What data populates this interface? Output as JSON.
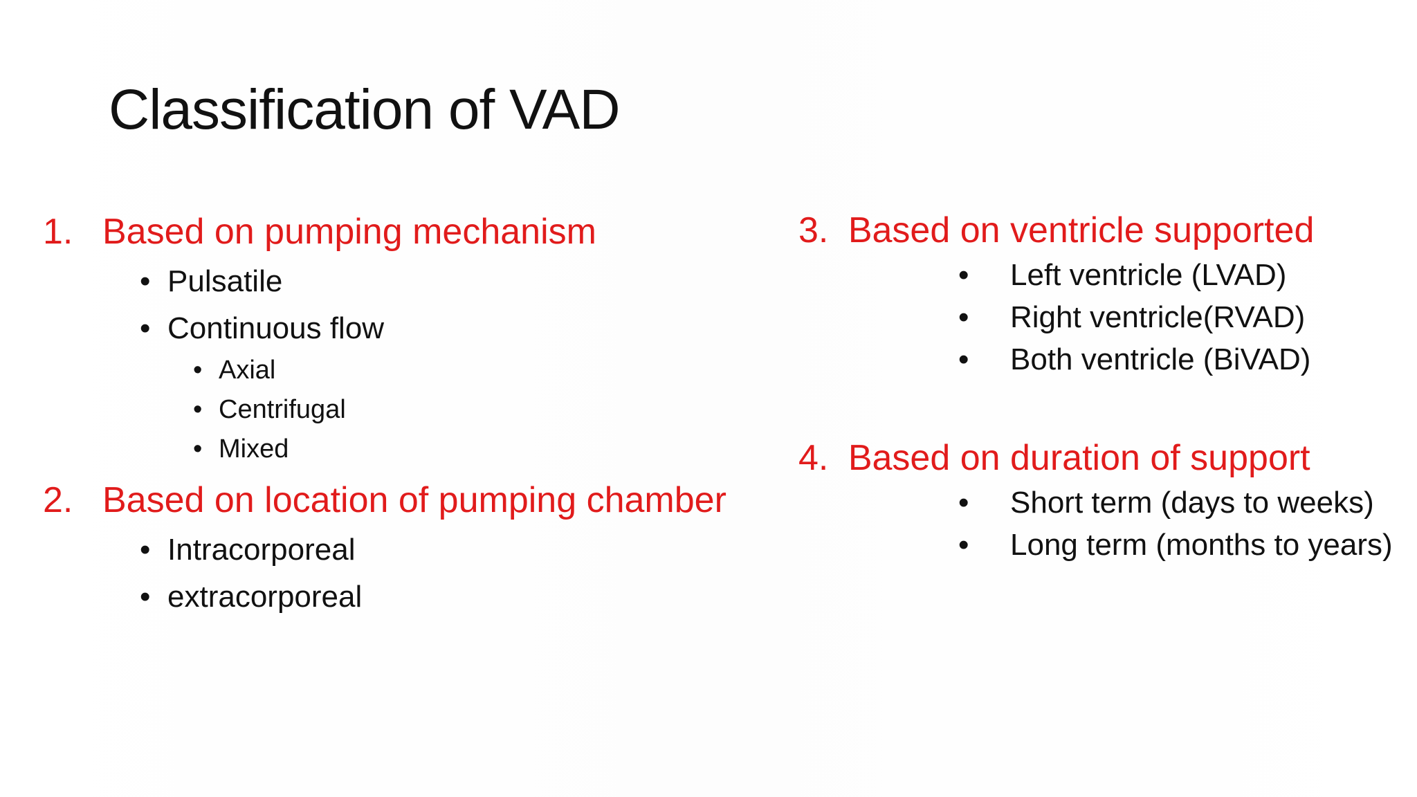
{
  "slide": {
    "title": "Classification of VAD",
    "bullet_glyph": "•",
    "sections": [
      {
        "number": "1.",
        "heading": "Based on pumping mechanism",
        "items": [
          {
            "text": "Pulsatile",
            "subitems": []
          },
          {
            "text": "Continuous flow",
            "subitems": [
              "Axial",
              "Centrifugal",
              "Mixed"
            ]
          }
        ]
      },
      {
        "number": "2.",
        "heading": "Based on location of pumping chamber",
        "items": [
          {
            "text": "Intracorporeal"
          },
          {
            "text": "extracorporeal"
          }
        ]
      },
      {
        "number": "3.",
        "heading": "Based on ventricle supported",
        "items": [
          "Left ventricle (LVAD)",
          "Right ventricle(RVAD)",
          "Both ventricle (BiVAD)"
        ]
      },
      {
        "number": "4.",
        "heading": "Based on duration of support",
        "items": [
          "Short term (days to weeks)",
          "Long term (months to years)"
        ]
      }
    ],
    "colors": {
      "heading": "#e11b1b",
      "text": "#111111",
      "background": "#ffffff"
    }
  }
}
